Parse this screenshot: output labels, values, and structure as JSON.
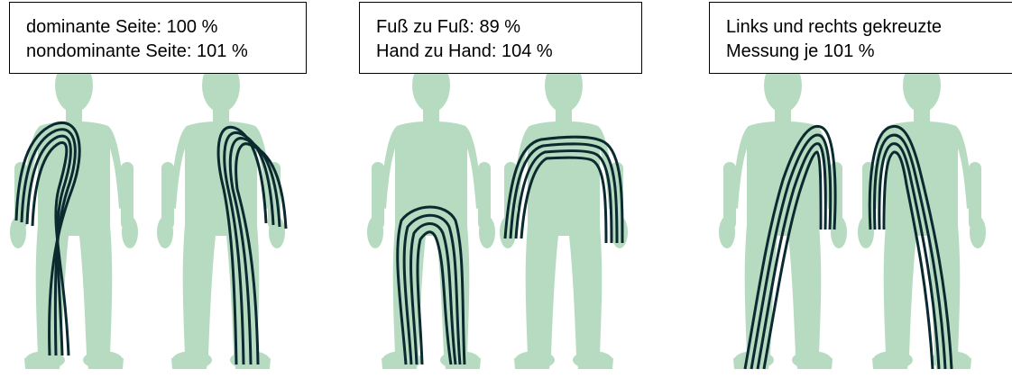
{
  "panels": [
    {
      "line1": "dominante Seite: 100 %",
      "line2": "nondominante Seite: 101 %",
      "figure_color": "#b7dbc1",
      "line_color": "#0a2a2f"
    },
    {
      "line1": "Fuß zu Fuß: 89 %",
      "line2": "Hand zu Hand: 104 %",
      "figure_color": "#b7dbc1",
      "line_color": "#0a2a2f"
    },
    {
      "line1": "Links und rechts gekreuzte",
      "line2": "Messung je 101 %",
      "figure_color": "#b7dbc1",
      "line_color": "#0a2a2f"
    }
  ]
}
